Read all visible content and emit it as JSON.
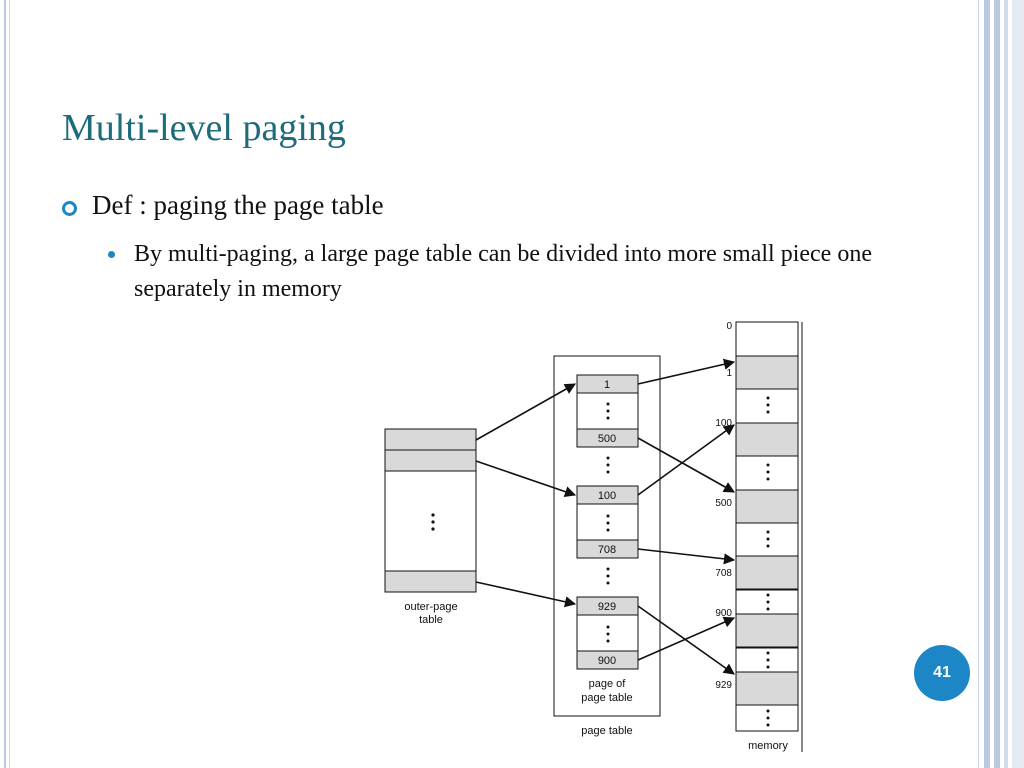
{
  "slide": {
    "title": "Multi-level paging",
    "bullet": "Def : paging the page table",
    "sub_bullet": "By multi-paging, a large page table can be divided into more small piece one separately in memory",
    "page_number": "41"
  },
  "figure": {
    "outer_label_line1": "outer-page",
    "outer_label_line2": "table",
    "inner_label_line1": "page of",
    "inner_label_line2": "page table",
    "page_table_label": "page table",
    "memory_label": "memory",
    "inner_entries": [
      "1",
      "500",
      "100",
      "708",
      "929",
      "900"
    ],
    "memory_addresses": [
      "0",
      "1",
      "100",
      "500",
      "708",
      "900",
      "929"
    ]
  },
  "colors": {
    "title": "#1e6b7b",
    "accent": "#1c86c6",
    "frame_band": "#b8c9e0",
    "cell_gray": "#d9d9d9"
  }
}
